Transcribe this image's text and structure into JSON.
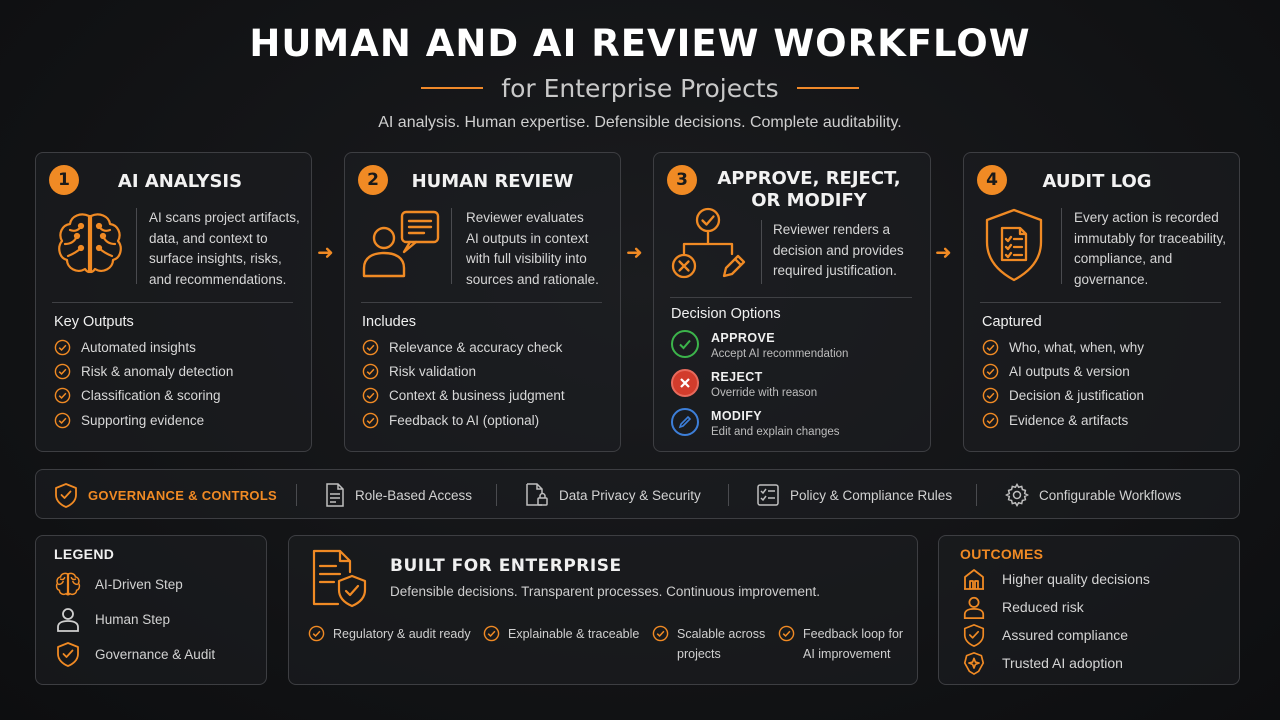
{
  "header": {
    "title": "HUMAN AND AI REVIEW WORKFLOW",
    "subtitle": "for Enterprise Projects",
    "tagline": "AI analysis. Human expertise. Defensible decisions. Complete auditability."
  },
  "steps": [
    {
      "number": "1",
      "title": "AI ANALYSIS",
      "icon": "brain-icon",
      "description": [
        "AI scans project artifacts,",
        "data, and context to",
        "surface insights, risks,",
        "and recommendations."
      ],
      "section_title": "Key Outputs",
      "items": [
        "Automated insights",
        "Risk & anomaly detection",
        "Classification & scoring",
        "Supporting evidence"
      ]
    },
    {
      "number": "2",
      "title": "HUMAN REVIEW",
      "icon": "reviewer-icon",
      "description": [
        "Reviewer evaluates",
        "AI outputs in context",
        "with full visibility into",
        "sources and rationale."
      ],
      "section_title": "Includes",
      "items": [
        "Relevance & accuracy check",
        "Risk validation",
        "Context & business judgment",
        "Feedback to AI (optional)"
      ]
    },
    {
      "number": "3",
      "title_lines": [
        "APPROVE, REJECT,",
        "OR MODIFY"
      ],
      "icon": "decision-tree-icon",
      "description": [
        "Reviewer renders a",
        "decision and provides",
        "required justification."
      ],
      "section_title": "Decision Options",
      "options": [
        {
          "title": "APPROVE",
          "sub": "Accept AI recommendation",
          "icon": "check-circle-icon",
          "color": "#3cb44b"
        },
        {
          "title": "REJECT",
          "sub": "Override with reason",
          "icon": "x-circle-icon",
          "color": "#d23c2c"
        },
        {
          "title": "MODIFY",
          "sub": "Edit and explain changes",
          "icon": "pencil-circle-icon",
          "color": "#3d7fd9"
        }
      ]
    },
    {
      "number": "4",
      "title": "AUDIT LOG",
      "icon": "shield-document-icon",
      "description": [
        "Every action is recorded",
        "immutably for traceability,",
        "compliance, and",
        "governance."
      ],
      "section_title": "Captured",
      "items": [
        "Who, what, when, why",
        "AI outputs & version",
        "Decision & justification",
        "Evidence & artifacts"
      ]
    }
  ],
  "governance": {
    "label": "GOVERNANCE & CONTROLS",
    "items": [
      {
        "label": "Role-Based Access",
        "icon": "document-icon"
      },
      {
        "label": "Data Privacy & Security",
        "icon": "document-lock-icon"
      },
      {
        "label": "Policy & Compliance Rules",
        "icon": "checklist-icon"
      },
      {
        "label": "Configurable Workflows",
        "icon": "gear-icon"
      }
    ]
  },
  "legend": {
    "title": "LEGEND",
    "items": [
      {
        "label": "AI-Driven Step",
        "icon": "brain-icon"
      },
      {
        "label": "Human Step",
        "icon": "person-icon"
      },
      {
        "label": "Governance & Audit",
        "icon": "shield-icon"
      }
    ]
  },
  "enterprise": {
    "title": "BUILT FOR ENTERPRISE",
    "subtitle": "Defensible decisions. Transparent processes. Continuous improvement.",
    "items": [
      [
        "Regulatory & audit ready"
      ],
      [
        "Explainable & traceable"
      ],
      [
        "Scalable across",
        "projects"
      ],
      [
        "Feedback loop for",
        "AI improvement"
      ]
    ]
  },
  "outcomes": {
    "title": "OUTCOMES",
    "items": [
      {
        "label": "Higher quality decisions",
        "icon": "building-icon"
      },
      {
        "label": "Reduced risk",
        "icon": "person-icon"
      },
      {
        "label": "Assured compliance",
        "icon": "shield-check-icon"
      },
      {
        "label": "Trusted AI adoption",
        "icon": "ai-shield-icon"
      }
    ]
  },
  "colors": {
    "accent": "#f08a24",
    "background": "#111214",
    "approve": "#3cb44b",
    "reject": "#d23c2c",
    "modify": "#3d7fd9"
  }
}
